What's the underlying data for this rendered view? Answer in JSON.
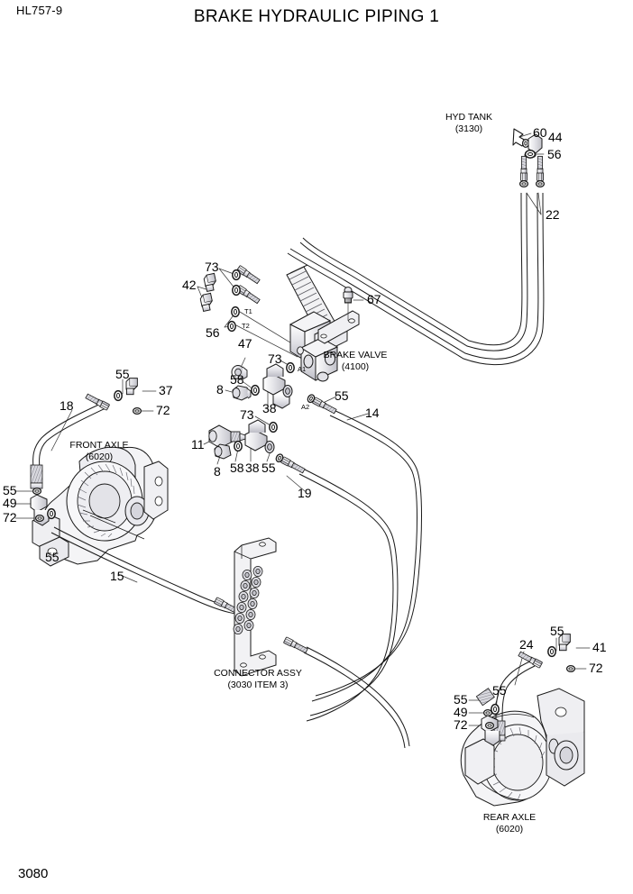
{
  "document": {
    "model_code": "HL757-9",
    "title": "BRAKE HYDRAULIC PIPING 1",
    "page_number": "3080"
  },
  "captions": [
    {
      "name": "hyd-tank",
      "line1": "HYD  TANK",
      "line2": "(3130)"
    },
    {
      "name": "brake-valve",
      "line1": "BRAKE VALVE",
      "line2": "(4100)"
    },
    {
      "name": "front-axle",
      "line1": "FRONT AXLE",
      "line2": "(6020)"
    },
    {
      "name": "rear-axle",
      "line1": "REAR AXLE",
      "line2": "(6020)"
    },
    {
      "name": "connector-assy",
      "line1": "CONNECTOR ASSY",
      "line2": "(3030 ITEM 3)"
    }
  ],
  "port_labels": [
    {
      "name": "port-t1",
      "text": "T1"
    },
    {
      "name": "port-t2",
      "text": "T2"
    },
    {
      "name": "port-a1",
      "text": "A1"
    },
    {
      "name": "port-a2",
      "text": "A2"
    }
  ],
  "callouts": [
    {
      "id": "c01",
      "text": "60"
    },
    {
      "id": "c02",
      "text": "44"
    },
    {
      "id": "c03",
      "text": "56"
    },
    {
      "id": "c04",
      "text": "22"
    },
    {
      "id": "c05",
      "text": "73"
    },
    {
      "id": "c06",
      "text": "42"
    },
    {
      "id": "c07",
      "text": "56"
    },
    {
      "id": "c08",
      "text": "67"
    },
    {
      "id": "c09",
      "text": "47"
    },
    {
      "id": "c10",
      "text": "73"
    },
    {
      "id": "c11",
      "text": "58"
    },
    {
      "id": "c12",
      "text": "8"
    },
    {
      "id": "c13",
      "text": "38"
    },
    {
      "id": "c14",
      "text": "55"
    },
    {
      "id": "c15",
      "text": "14"
    },
    {
      "id": "c16",
      "text": "73"
    },
    {
      "id": "c17",
      "text": "11"
    },
    {
      "id": "c18",
      "text": "58"
    },
    {
      "id": "c19",
      "text": "38"
    },
    {
      "id": "c20",
      "text": "55"
    },
    {
      "id": "c21",
      "text": "8"
    },
    {
      "id": "c22",
      "text": "19"
    },
    {
      "id": "c23",
      "text": "55"
    },
    {
      "id": "c24",
      "text": "37"
    },
    {
      "id": "c25",
      "text": "72"
    },
    {
      "id": "c26",
      "text": "18"
    },
    {
      "id": "c27",
      "text": "55"
    },
    {
      "id": "c28",
      "text": "49"
    },
    {
      "id": "c29",
      "text": "72"
    },
    {
      "id": "c30",
      "text": "55"
    },
    {
      "id": "c31",
      "text": "15"
    },
    {
      "id": "c32",
      "text": "55"
    },
    {
      "id": "c33",
      "text": "24"
    },
    {
      "id": "c34",
      "text": "41"
    },
    {
      "id": "c35",
      "text": "72"
    },
    {
      "id": "c36",
      "text": "55"
    },
    {
      "id": "c37",
      "text": "55"
    },
    {
      "id": "c38",
      "text": "49"
    },
    {
      "id": "c39",
      "text": "72"
    }
  ],
  "colors": {
    "line": "#1a1a1a",
    "part_fill": "#e9e9ec",
    "part_fill_dark": "#c8c8cf",
    "hatch": "#8c8c93",
    "leader": "#3a3a3a",
    "paper": "#ffffff"
  }
}
